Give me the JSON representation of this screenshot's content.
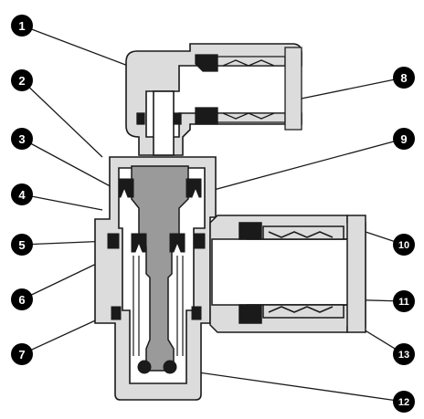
{
  "callouts": [
    {
      "id": "c1",
      "label": "1"
    },
    {
      "id": "c2",
      "label": "2"
    },
    {
      "id": "c3",
      "label": "3"
    },
    {
      "id": "c4",
      "label": "4"
    },
    {
      "id": "c5",
      "label": "5"
    },
    {
      "id": "c6",
      "label": "6"
    },
    {
      "id": "c7",
      "label": "7"
    },
    {
      "id": "c8",
      "label": "8"
    },
    {
      "id": "c9",
      "label": "9"
    },
    {
      "id": "c10",
      "label": "10"
    },
    {
      "id": "c11",
      "label": "11"
    },
    {
      "id": "c12",
      "label": "12"
    },
    {
      "id": "c13",
      "label": "13"
    }
  ],
  "colors": {
    "body_fill": "#dcdcdc",
    "spool_fill": "#9a9a9a",
    "seal_fill": "#1a1a1a",
    "outline": "#1a1a1a",
    "callout_fill": "#000000",
    "callout_text": "#ffffff"
  }
}
